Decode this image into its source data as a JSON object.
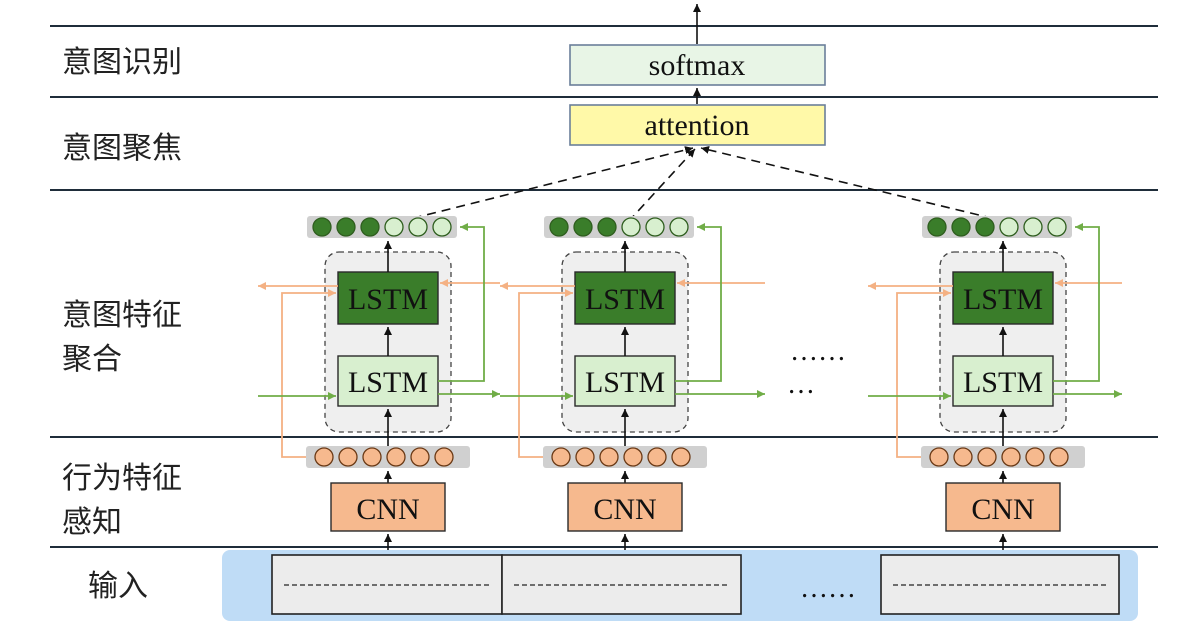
{
  "rows": [
    {
      "id": "recognition",
      "label": "意图识别"
    },
    {
      "id": "focus",
      "label": "意图聚焦"
    },
    {
      "id": "aggregation",
      "label": "意图特征\n聚合"
    },
    {
      "id": "perception",
      "label": "行为特征\n感知"
    },
    {
      "id": "input",
      "label": "输入"
    }
  ],
  "top_boxes": {
    "softmax": "softmax",
    "attention": "attention"
  },
  "columns": [
    {
      "id": "col1",
      "lstm_top": "LSTM",
      "lstm_bottom": "LSTM",
      "cnn": "CNN"
    },
    {
      "id": "col2",
      "lstm_top": "LSTM",
      "lstm_bottom": "LSTM",
      "cnn": "CNN"
    },
    {
      "id": "col3",
      "lstm_top": "LSTM",
      "lstm_bottom": "LSTM",
      "cnn": "CNN"
    }
  ],
  "ellipsis": {
    "middle_upper": "……",
    "middle_lower": "…",
    "input": "……"
  },
  "colors": {
    "softmax_fill": "#e8f5e6",
    "attention_fill": "#fff9a8",
    "lstm_dark": "#3a7d2a",
    "lstm_light": "#d8efcf",
    "cnn_fill": "#f6b98e",
    "orange_line": "#f4b183",
    "green_line": "#70ad47",
    "input_band": "#bfdcf6",
    "dark_dot": "#3a7d2a",
    "light_dot": "#d8efcf",
    "orange_dot": "#f6b98e"
  }
}
